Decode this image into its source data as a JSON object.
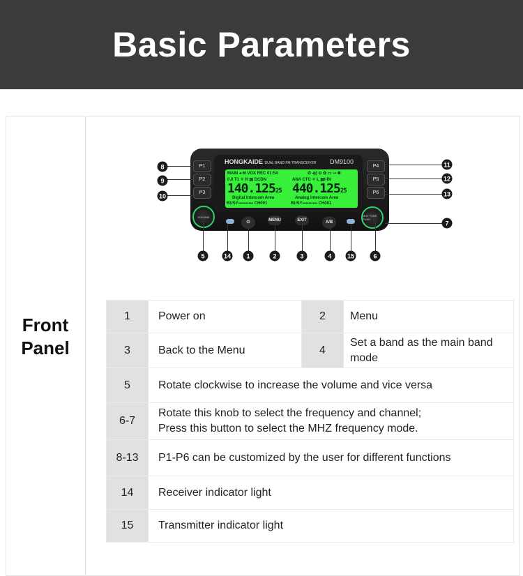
{
  "header": {
    "title": "Basic Parameters"
  },
  "side": {
    "label_line1": "Front",
    "label_line2": "Panel"
  },
  "device": {
    "brand": "HONGKAIDE",
    "brand_sub": "DUAL BAND FM TRANSCEIVER",
    "model": "DM9100",
    "lcd": {
      "status_left": "MAIN ◂ ✉ VOX REC 01:54",
      "status_right": "✆ ◂)) ⊙ ✿ ▭ ⊸ ✱",
      "sub_left": "0.0 T1 ✧ H ▤ DCDN",
      "sub_right": "ANA CTC ✧ L ▤I-IN",
      "freq_left": "140.125",
      "freq_left_suffix": "25",
      "freq_right": "440.125",
      "freq_right_suffix": "25",
      "area_left": "Digital Intercom Area",
      "area_right": "Analog Intercom Area",
      "busy_left": "BUSY▪▪▪▪▪▪▪▪▪▪ CH001",
      "busy_right": "BUSY▪▪▪▪▪▪▪▪▪▪ CH001"
    },
    "buttons": {
      "p1": "P1",
      "p2": "P2",
      "p3": "P3",
      "p4": "P4",
      "p5": "P5",
      "p6": "P6",
      "power": "⏻",
      "menu": "MENU",
      "exit": "EXIT",
      "ab": "A/B"
    },
    "knob_left": "VOLUME",
    "knob_right": "MHZ TUNE PUSH",
    "led_color": "#8fb3d6",
    "knob_ring_color": "#2ed36a",
    "lcd_color": "#38ef3a"
  },
  "callouts": [
    "1",
    "2",
    "3",
    "4",
    "5",
    "6",
    "7",
    "8",
    "9",
    "10",
    "11",
    "12",
    "13",
    "14",
    "15"
  ],
  "table": {
    "rows": [
      [
        {
          "n": "1",
          "t": "Power on"
        },
        {
          "n": "2",
          "t": "Menu"
        }
      ],
      [
        {
          "n": "3",
          "t": "Back to the Menu"
        },
        {
          "n": "4",
          "t": "Set a band as the main band mode"
        }
      ],
      [
        {
          "n": "5",
          "t": "Rotate clockwise to increase the volume and vice versa"
        }
      ],
      [
        {
          "n": "6-7",
          "t": "Rotate this knob to select the frequency and channel;",
          "t2": "Press this button to select the MHZ frequency mode."
        }
      ],
      [
        {
          "n": "8-13",
          "t": "P1-P6 can be customized by the user for different functions"
        }
      ],
      [
        {
          "n": "14",
          "t": "Receiver indicator light"
        }
      ],
      [
        {
          "n": "15",
          "t": "Transmitter indicator light"
        }
      ]
    ]
  },
  "colors": {
    "header_bg": "#3b3b3d",
    "cell_gray": "#e1e1e1"
  }
}
